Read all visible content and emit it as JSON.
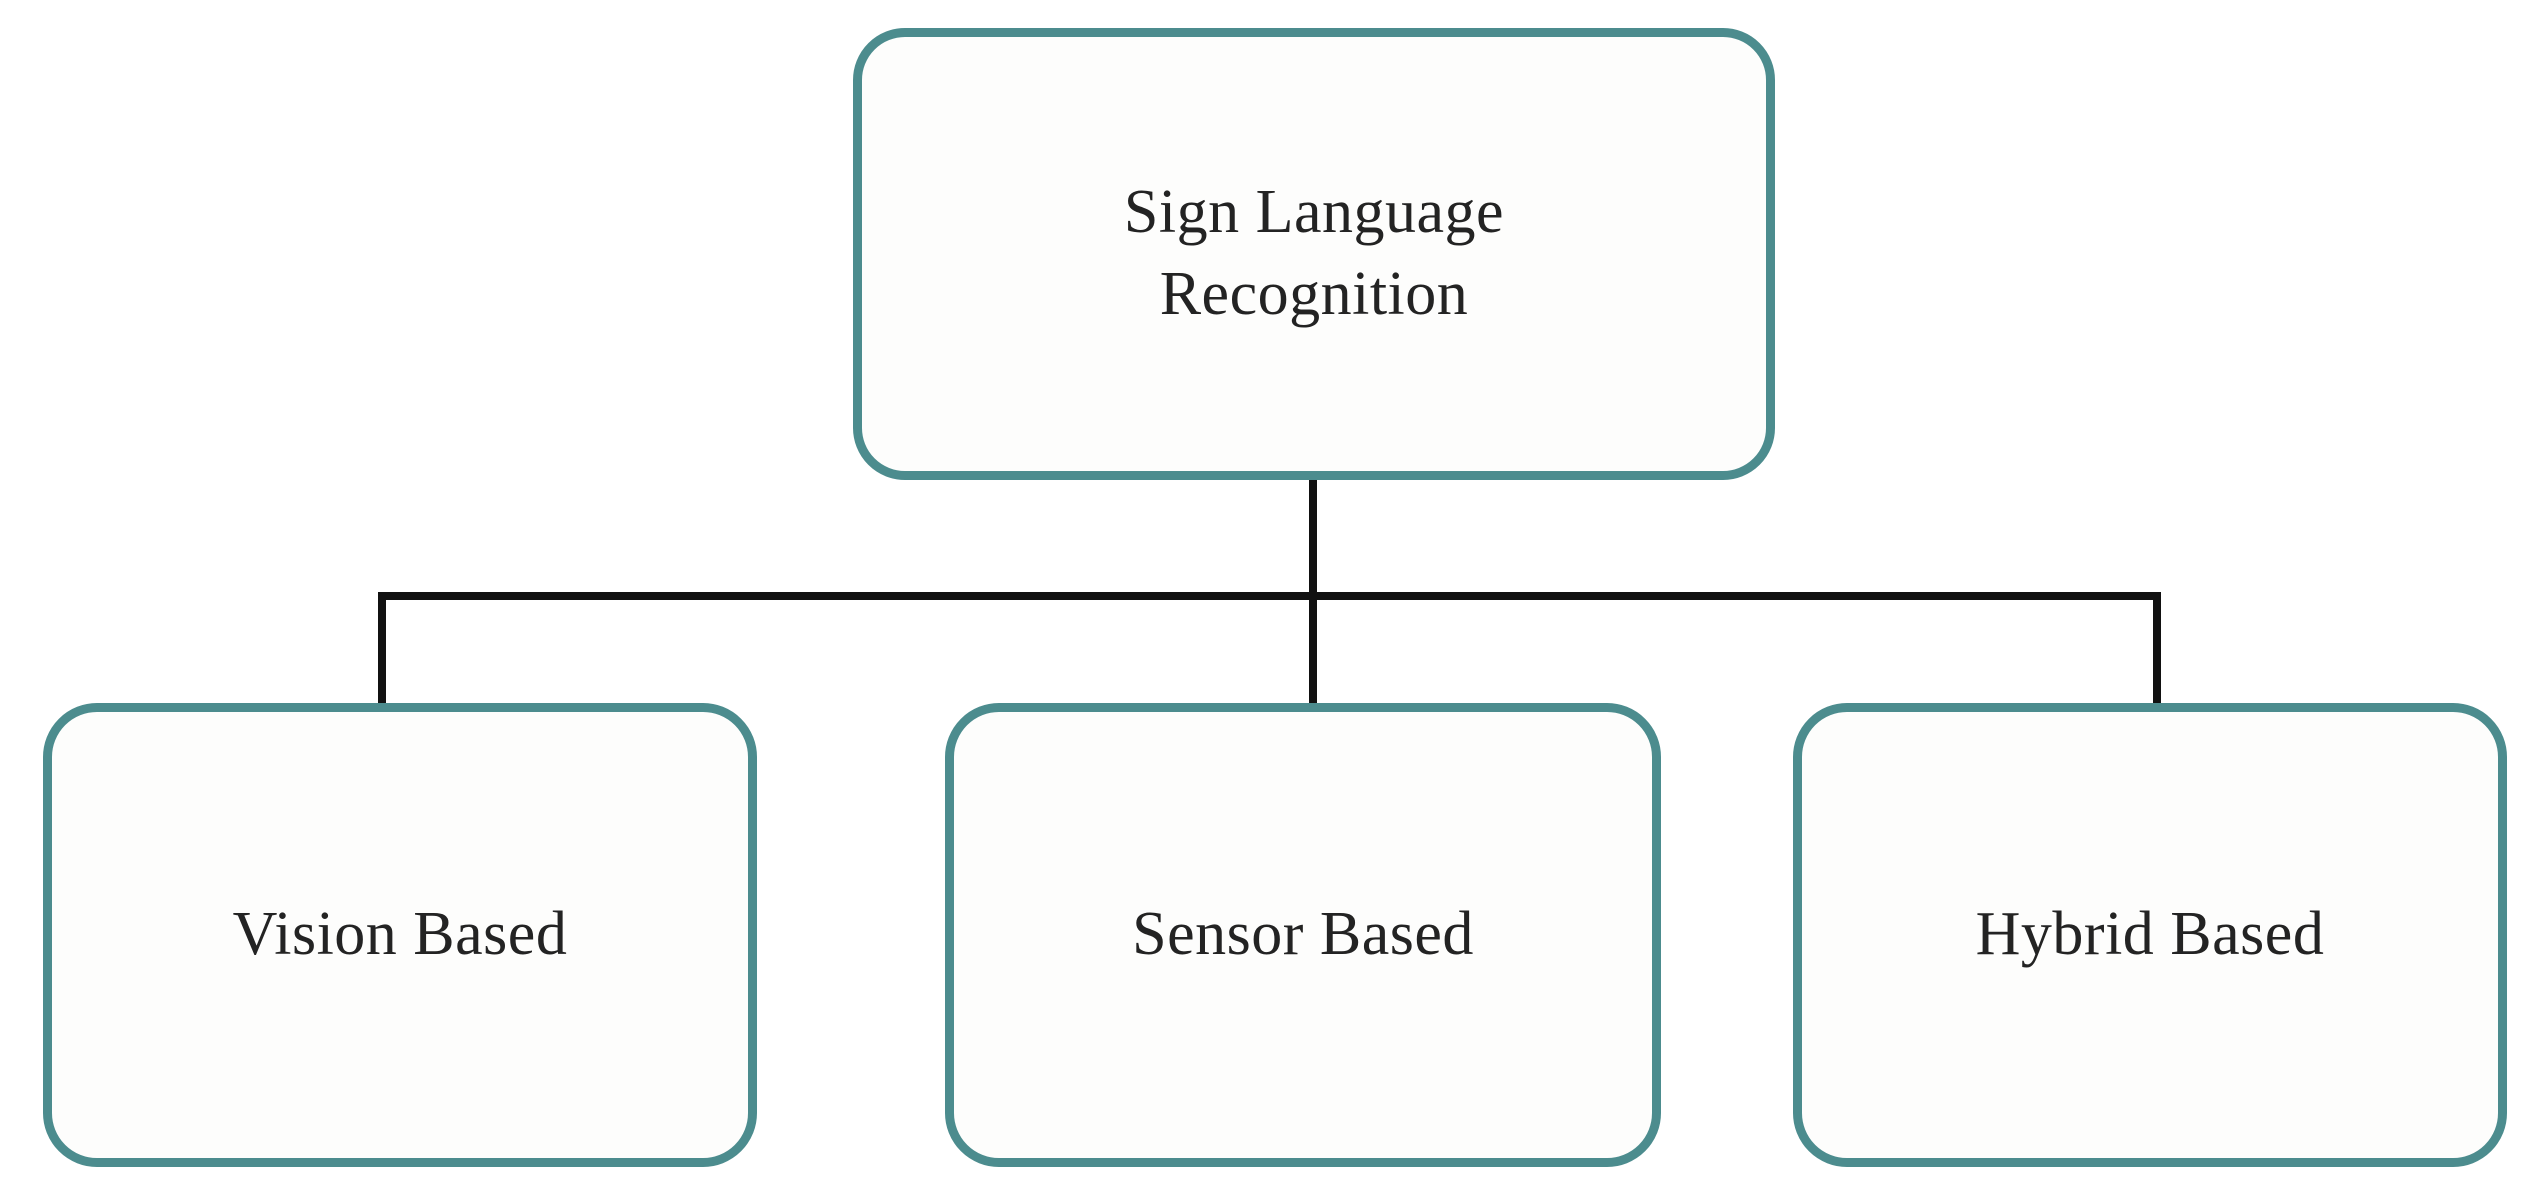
{
  "diagram": {
    "title": "Sign Language Recognition",
    "type": "tree",
    "orientation": "top-down",
    "colors": {
      "node_border": "#4c8c8e",
      "node_fill": "#fdfdfc",
      "connector": "#111111",
      "text": "#232323",
      "background": "#ffffff"
    },
    "root": {
      "id": "sign-language-recognition",
      "label": "Sign Language\nRecognition",
      "line1": "Sign Language",
      "line2": "Recognition"
    },
    "children": [
      {
        "id": "vision-based",
        "label": "Vision Based"
      },
      {
        "id": "sensor-based",
        "label": "Sensor Based"
      },
      {
        "id": "hybrid-based",
        "label": "Hybrid Based"
      }
    ],
    "edges": [
      {
        "from": "sign-language-recognition",
        "to": "vision-based"
      },
      {
        "from": "sign-language-recognition",
        "to": "sensor-based"
      },
      {
        "from": "sign-language-recognition",
        "to": "hybrid-based"
      }
    ]
  }
}
